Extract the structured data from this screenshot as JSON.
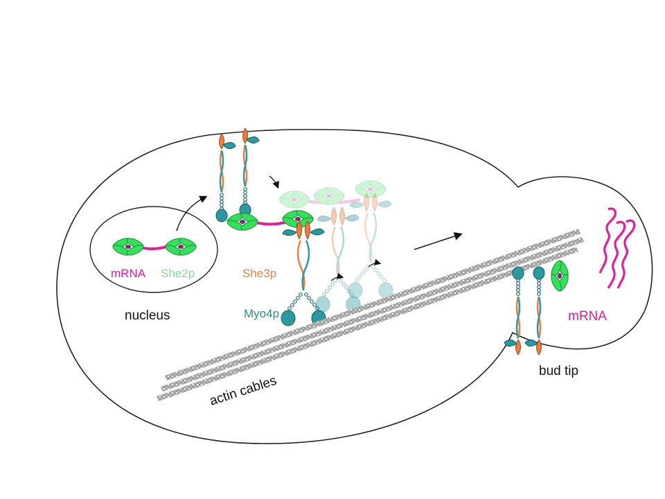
{
  "labels": {
    "nucleus": "nucleus",
    "mrna_nucleus": "mRNA",
    "she2p": "She2p",
    "she3p": "She3p",
    "myo4p": "Myo4p",
    "actin_cables": "actin cables",
    "bud_tip": "bud tip",
    "mrna_bud": "mRNA"
  },
  "colors": {
    "mrna": "#e8199a",
    "she2p": "#33e05a",
    "she2p_text": "#7fe08e",
    "she3p": "#f07d3c",
    "myo4p": "#2a9aa0",
    "myo4p_text": "#2f8a88",
    "actin": "#8a8a8a",
    "outline": "#222222"
  }
}
